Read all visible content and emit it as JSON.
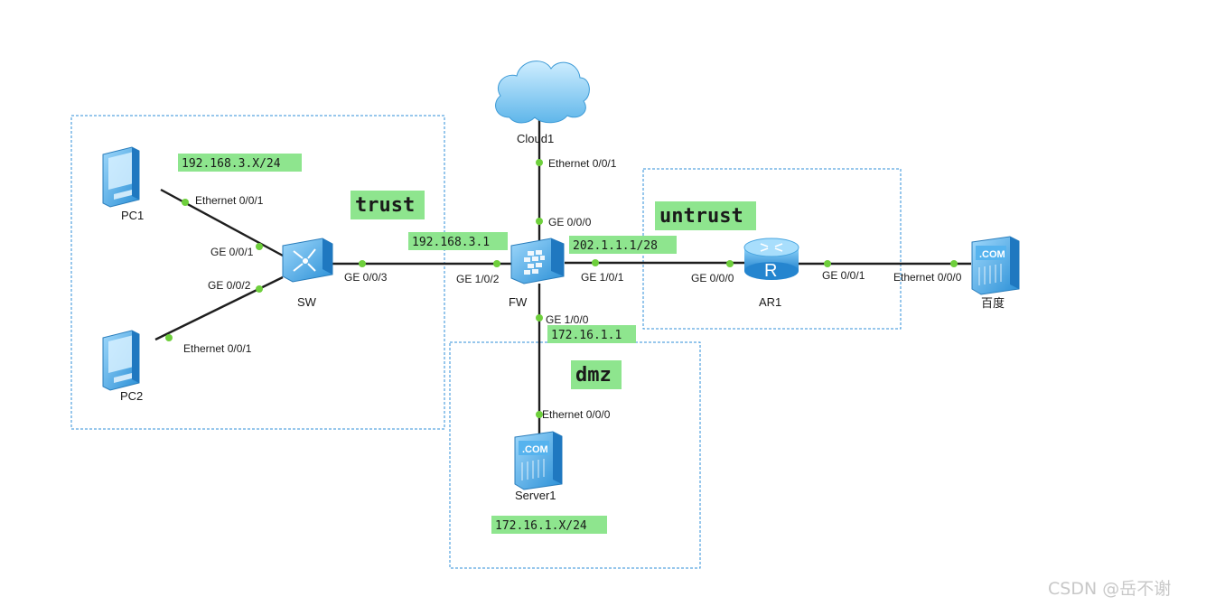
{
  "devices": {
    "pc1": "PC1",
    "pc2": "PC2",
    "sw": "SW",
    "fw": "FW",
    "cloud": "Cloud1",
    "ar1": "AR1",
    "baidu": "百度",
    "server": "Server1"
  },
  "icons": {
    "server_badge": ".COM",
    "router_badge": "R"
  },
  "ports": {
    "pc1_eth": "Ethernet 0/0/1",
    "sw_ge001": "GE 0/0/1",
    "sw_ge002": "GE 0/0/2",
    "pc2_eth": "Ethernet 0/0/1",
    "sw_ge003": "GE 0/0/3",
    "fw_ge102": "GE 1/0/2",
    "cloud_eth": "Ethernet 0/0/1",
    "fw_ge000": "GE 0/0/0",
    "fw_ge101": "GE 1/0/1",
    "ar1_ge000": "GE 0/0/0",
    "ar1_ge001": "GE 0/0/1",
    "baidu_eth": "Ethernet 0/0/0",
    "fw_ge100": "GE 1/0/0",
    "server_eth": "Ethernet 0/0/0"
  },
  "ip_labels": {
    "trust_net": "192.168.3.X/24",
    "trust_gw": "192.168.3.1",
    "untrust_ip": "202.1.1.1/28",
    "dmz_gw": "172.16.1.1",
    "dmz_net": "172.16.1.X/24"
  },
  "zones": {
    "trust": "trust",
    "untrust": "untrust",
    "dmz": "dmz"
  },
  "colors": {
    "zone_border": "#2f8fd8",
    "ip_highlight": "#8ee58e",
    "port_dot": "#6ecf3c",
    "device_blue": "#35a2e6"
  },
  "watermark": "CSDN @岳不谢"
}
